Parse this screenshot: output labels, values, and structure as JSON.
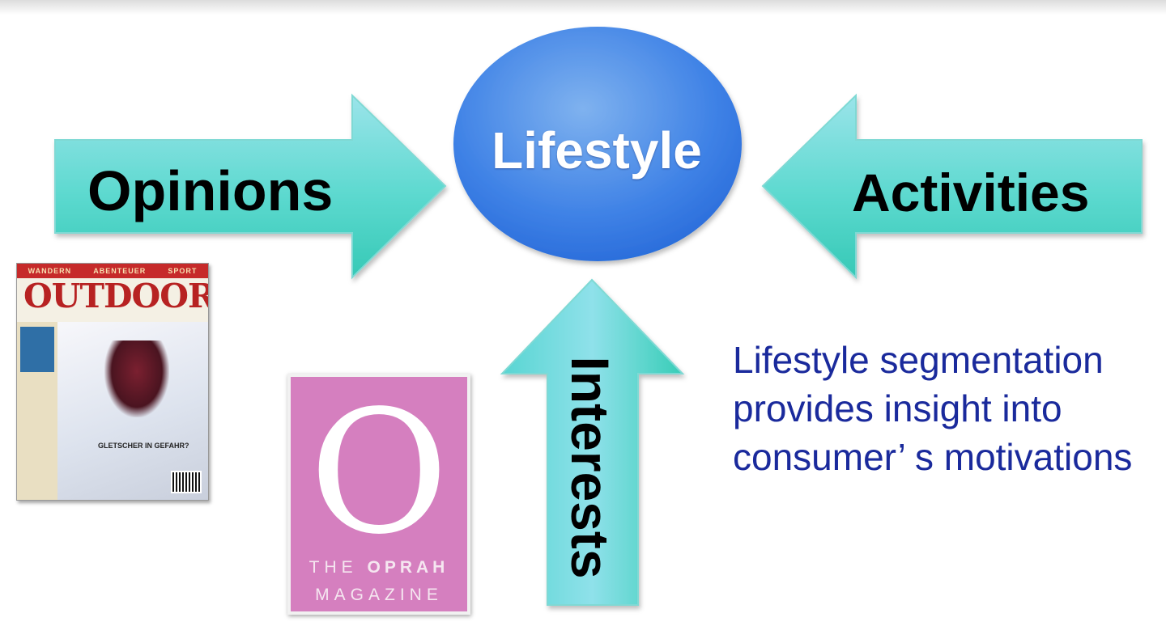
{
  "center": {
    "label": "Lifestyle"
  },
  "arrows": {
    "opinions": "Opinions",
    "activities": "Activities",
    "interests": "Interests"
  },
  "description": "Lifestyle segmentation provides insight into consumer’ s motivations",
  "magazines": {
    "outdoor": {
      "masthead": "OUTDOOR",
      "band": [
        "WANDERN",
        "ABENTEUER",
        "SPORT"
      ],
      "headline": "GLETSCHER IN GEFAHR?"
    },
    "oprah": {
      "letter": "O",
      "line1_a": "THE",
      "line1_b": "OPRAH",
      "line2": "MAGAZINE"
    }
  },
  "colors": {
    "arrow_light": "#aee7ee",
    "arrow_mid": "#45d6c8",
    "arrow_dark": "#2fbfae",
    "ellipse_light": "#7fb2ef",
    "ellipse_dark": "#2c6fdc",
    "description_text": "#1a2a9c",
    "oprah_pink": "#d57fbf",
    "outdoor_red": "#b72222"
  }
}
